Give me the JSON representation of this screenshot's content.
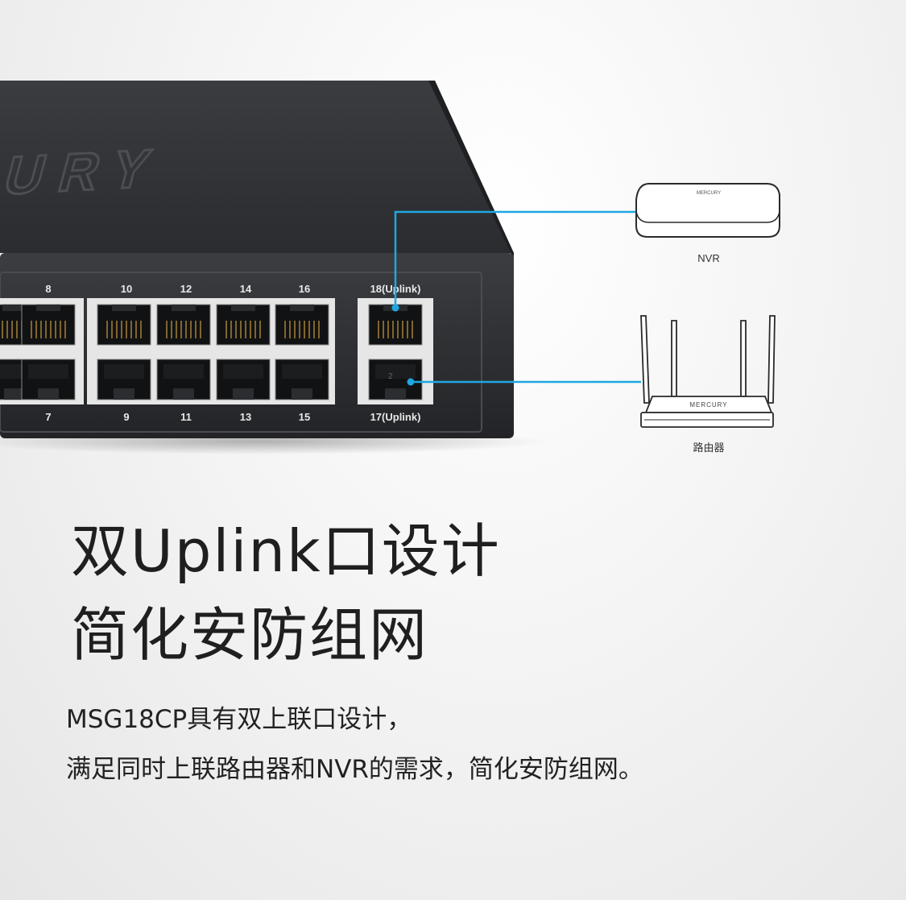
{
  "switch": {
    "logo_fragment": "URY",
    "top_labels": [
      "8",
      "10",
      "12",
      "14",
      "16"
    ],
    "bottom_labels": [
      "7",
      "9",
      "11",
      "13",
      "15"
    ],
    "uplink_top_label": "18(Uplink)",
    "uplink_bottom_label": "17(Uplink)",
    "uplink_port_number": "2"
  },
  "devices": {
    "nvr_label": "NVR",
    "router_label": "路由器",
    "brand_mark": "MERCURY"
  },
  "colors": {
    "link_line": "#1ea7e1",
    "switch_body": "#2f3134",
    "port_frame": "#e6e6e6"
  },
  "headline": {
    "line1": "双Uplink口设计",
    "line2": "简化安防组网"
  },
  "description": {
    "line1": "MSG18CP具有双上联口设计，",
    "line2": "满足同时上联路由器和NVR的需求，简化安防组网。"
  }
}
